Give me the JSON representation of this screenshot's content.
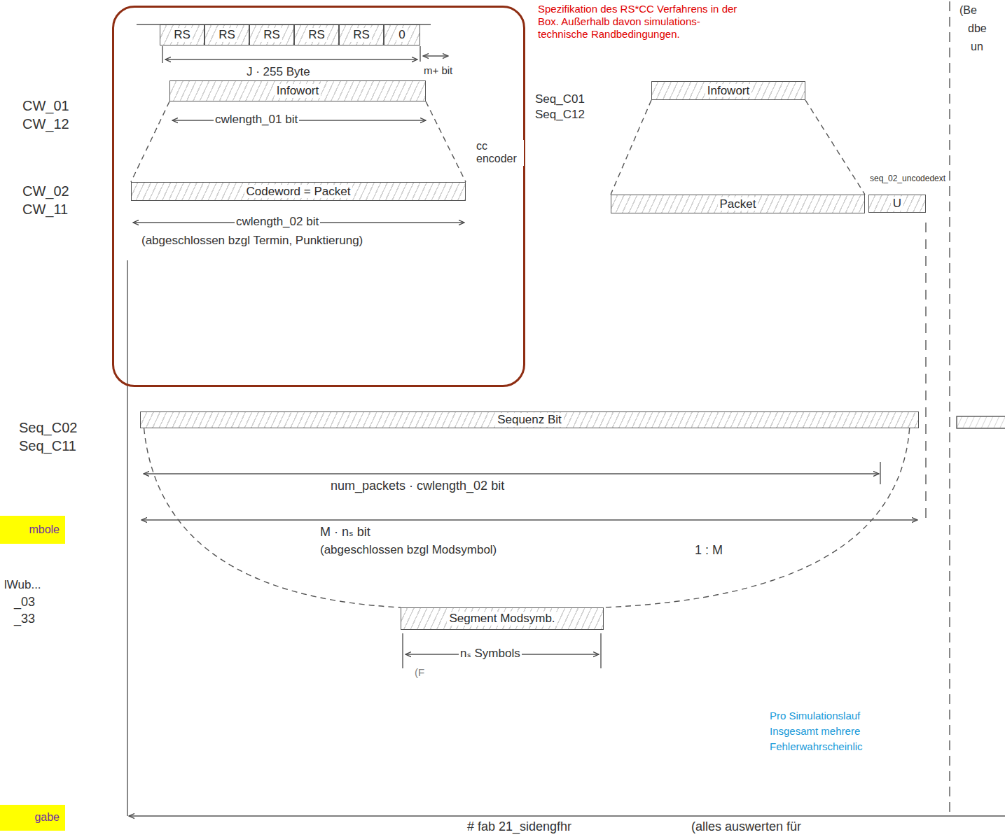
{
  "diagram": {
    "nodes": [
      {
        "text": [
          "Spezifikation des RS*CC Verfahrens in der Box. Außerhalb davon simulations- technische Randbedingungen."
        ]
      },
      {
        "text": [
          "RS"
        ],
        "in": 0
      },
      {
        "text": [
          "RS"
        ],
        "in": 0
      },
      {
        "text": [
          "RS"
        ],
        "in": 0
      },
      {
        "text": [
          "RS"
        ],
        "in": 0
      },
      {
        "text": [
          "RS"
        ],
        "in": 0
      },
      {
        "text": [
          "0"
        ],
        "in": 0
      },
      {
        "text": [
          "Infowort"
        ],
        "in": 0
      },
      {
        "text": [
          "Codeword = Packet"
        ],
        "in": 0
      },
      {
        "text": [
          "Infowort"
        ]
      },
      {
        "text": [
          "Packet"
        ]
      },
      {
        "text": [
          "U"
        ]
      },
      {
        "text": [
          "Sequenz Bit"
        ]
      },
      {
        "text": [
          "mbole"
        ]
      },
      {
        "text": [
          "Segment Modsymb."
        ]
      },
      {
        "text": [
          "gabe"
        ]
      }
    ],
    "edges": [
      {
        "from": 7,
        "to": 8,
        "arrow": "none"
      },
      {
        "from": 7,
        "to": 8,
        "label": "cc encoder",
        "arrow": "none"
      },
      {
        "from": 9,
        "to": 10,
        "arrow": "none"
      },
      {
        "from": 9,
        "to": 10,
        "arrow": "none"
      },
      {
        "from": 12,
        "to": 14,
        "arrow": "none"
      },
      {
        "from": 12,
        "to": 14,
        "label": "1 : M",
        "arrow": "none"
      }
    ],
    "labels": [
      "(Be",
      "dbe",
      "un",
      "J · 255 Byte",
      "m+ bit",
      "CW_01",
      "CW_12",
      "Seq_C01",
      "Seq_C12",
      "cwlength_01 bit",
      "CW_02",
      "CW_11",
      "seq_02_uncodedext",
      "cwlength_02 bit",
      "(abgeschlossen bzgl Termin, Punktierung)",
      "Seq_C02",
      "Seq_C11",
      "num_packets · cwlength_02 bit",
      "M · nₛ bit",
      "(abgeschlossen bzgl Modsymbol)",
      "lWub...",
      "_03",
      "_33",
      "nₛ Symbols",
      "(F",
      "Pro Simulationslauf",
      "Insgesamt mehrere",
      "Fehlerwahrscheinlic",
      "# fab 21_sidengfhr",
      "(alles auswerten für"
    ]
  }
}
